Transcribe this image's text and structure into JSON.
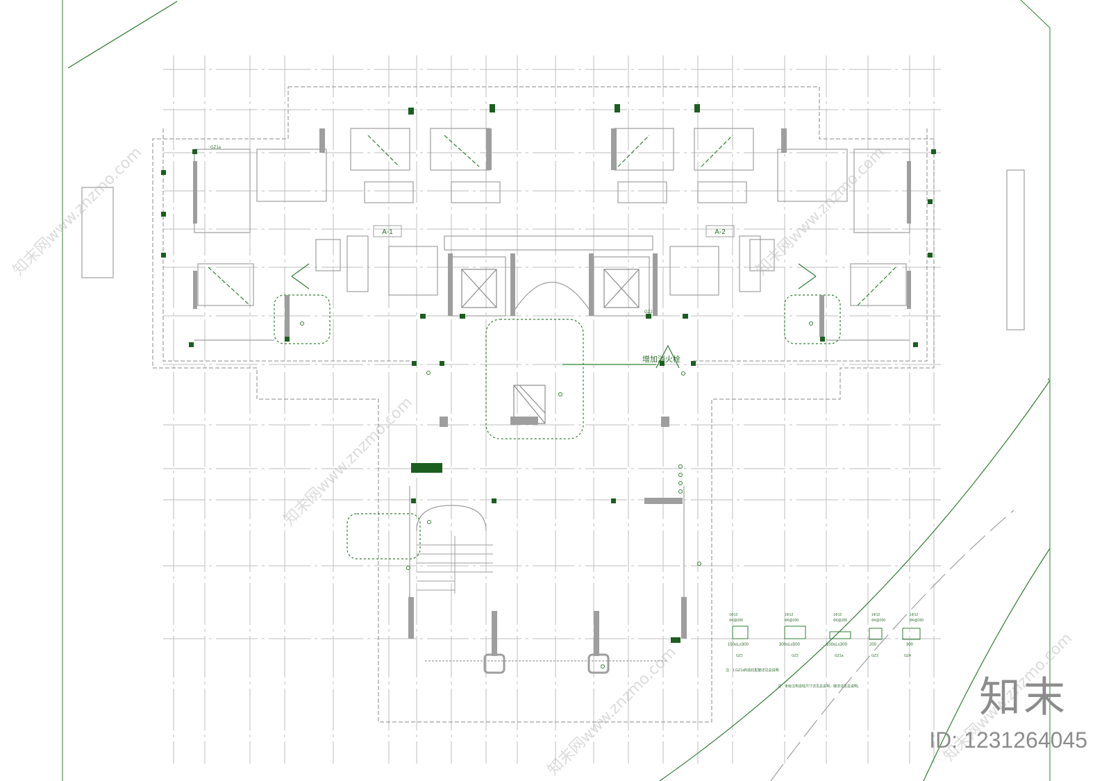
{
  "colors": {
    "line": "#2e7d32",
    "grid": "#bdbdbd",
    "wall": "#9e9e9e",
    "fill": "#1b5e20",
    "text": "#2f6b2f"
  },
  "units": {
    "left": "A-1",
    "right": "A-2"
  },
  "labels": {
    "fire_hydrant": "增加消火栓"
  },
  "column_tags": {
    "gz1a": "GZ1a",
    "gz2": "GZ2"
  },
  "legend": [
    {
      "rebar": "1Φ12",
      "stirrup": "Φ6@200",
      "size": "150≤L≤300",
      "name": "GZ1"
    },
    {
      "rebar": "1Φ12",
      "stirrup": "Φ6@200",
      "size": "300≤L≤500",
      "name": "GZ2"
    },
    {
      "rebar": "1Φ12",
      "stirrup": "Φ6@200",
      "size": "100≤L≤300",
      "name": "GZ1a"
    },
    {
      "rebar": "1Φ12",
      "stirrup": "Φ6@200",
      "size": "200",
      "name": "GZ3"
    },
    {
      "rebar": "1Φ12",
      "stirrup": "Φ6@200",
      "size": "300",
      "name": "GZ4"
    }
  ],
  "notes": {
    "note1": "注：1.GZ1a构造柱配筋详见总说明",
    "note2": "注：未标注构造柱尺寸详见总说明，做法详见总说明。"
  },
  "watermark": {
    "site": "知末网www.znzmo.com",
    "logo": "知末",
    "id": "ID: 1231264045"
  }
}
